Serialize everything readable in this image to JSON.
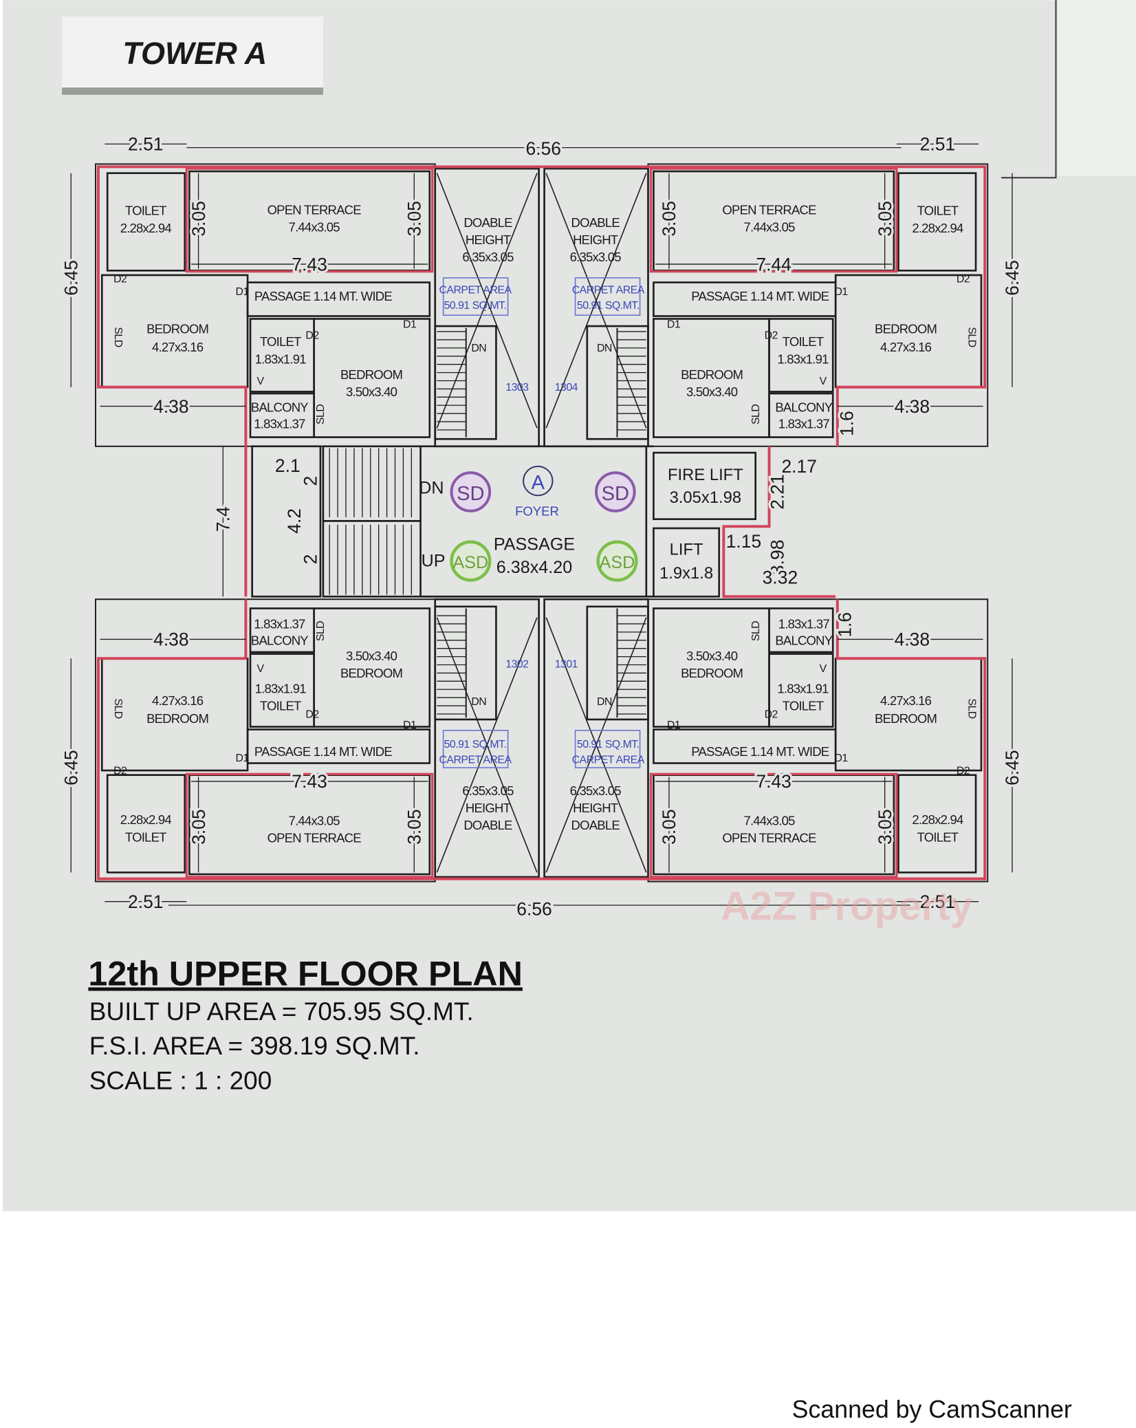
{
  "header": {
    "tower_label": "TOWER A"
  },
  "rooms": {
    "toilet_large": {
      "name": "TOILET",
      "dims": "2.28x2.94"
    },
    "open_terrace": {
      "name": "OPEN TERRACE",
      "dims": "7.44x3.05"
    },
    "bedroom_large": {
      "name": "BEDROOM",
      "dims": "4.27x3.16"
    },
    "passage_unit": {
      "name": "PASSAGE 1.14 MT. WIDE"
    },
    "toilet_small": {
      "name": "TOILET",
      "dims": "1.83x1.91"
    },
    "bedroom_small": {
      "name": "BEDROOM",
      "dims": "3.50x3.40"
    },
    "balcony": {
      "name": "BALCONY",
      "dims": "1.83x1.37"
    },
    "double_height": {
      "name_line1": "DOABLE",
      "name_line2": "HEIGHT",
      "dims": "6.35x3.05"
    },
    "carpet_area": {
      "name": "CARPET AREA",
      "value": "50.91 SQ.MT."
    },
    "stair_dn": "DN"
  },
  "door_labels": {
    "d1": "D1",
    "d2": "D2",
    "v": "V",
    "sld": "SLD"
  },
  "units": [
    {
      "number": "1303",
      "terrace_length": "7.43"
    },
    {
      "number": "1304",
      "terrace_length": "7.44"
    },
    {
      "number": "1302",
      "terrace_length": "7.43"
    },
    {
      "number": "1301",
      "terrace_length": "7.43"
    }
  ],
  "dims": {
    "side_width": "2.51",
    "unit_depth": "6.45",
    "terrace_height": "3.05",
    "bedroom_width": "4.38",
    "core_width": "6.56",
    "balcony_offset": "1.6"
  },
  "core": {
    "dn": "DN",
    "up": "UP",
    "sd": "SD",
    "asd": "ASD",
    "foyer_symbol": "A",
    "foyer": "FOYER",
    "passage_name": "PASSAGE",
    "passage_dims": "6.38x4.20",
    "fire_lift_name": "FIRE LIFT",
    "fire_lift_dims": "3.05x1.98",
    "lift_name": "LIFT",
    "lift_dims": "1.9x1.8",
    "dim_core_height": "7.4",
    "dim_shaft_width": "2.1",
    "dim_shaft_height": "4.2",
    "dim_flight_a": "2",
    "dim_flight_b": "2",
    "dim_2_17": "2.17",
    "dim_2_21": "2.21",
    "dim_1_15": "1.15",
    "dim_3_98": "3.98",
    "dim_3_32": "3.32"
  },
  "footer": {
    "title": "12th UPPER FLOOR PLAN",
    "built_up": "BUILT UP AREA = 705.95 SQ.MT.",
    "fsi": "F.S.I. AREA = 398.19 SQ.MT.",
    "scale": "SCALE : 1 : 200"
  },
  "watermark": "A2Z Property",
  "scanner_credit": "Scanned by CamScanner",
  "colors": {
    "paper": "#e3e5e3",
    "line": "#1e1e1e",
    "red_outline": "#d2455c",
    "carpet_blue": "#3a46b8",
    "sd_purple": "#8a5aa8",
    "asd_green": "#7dbf4a"
  }
}
